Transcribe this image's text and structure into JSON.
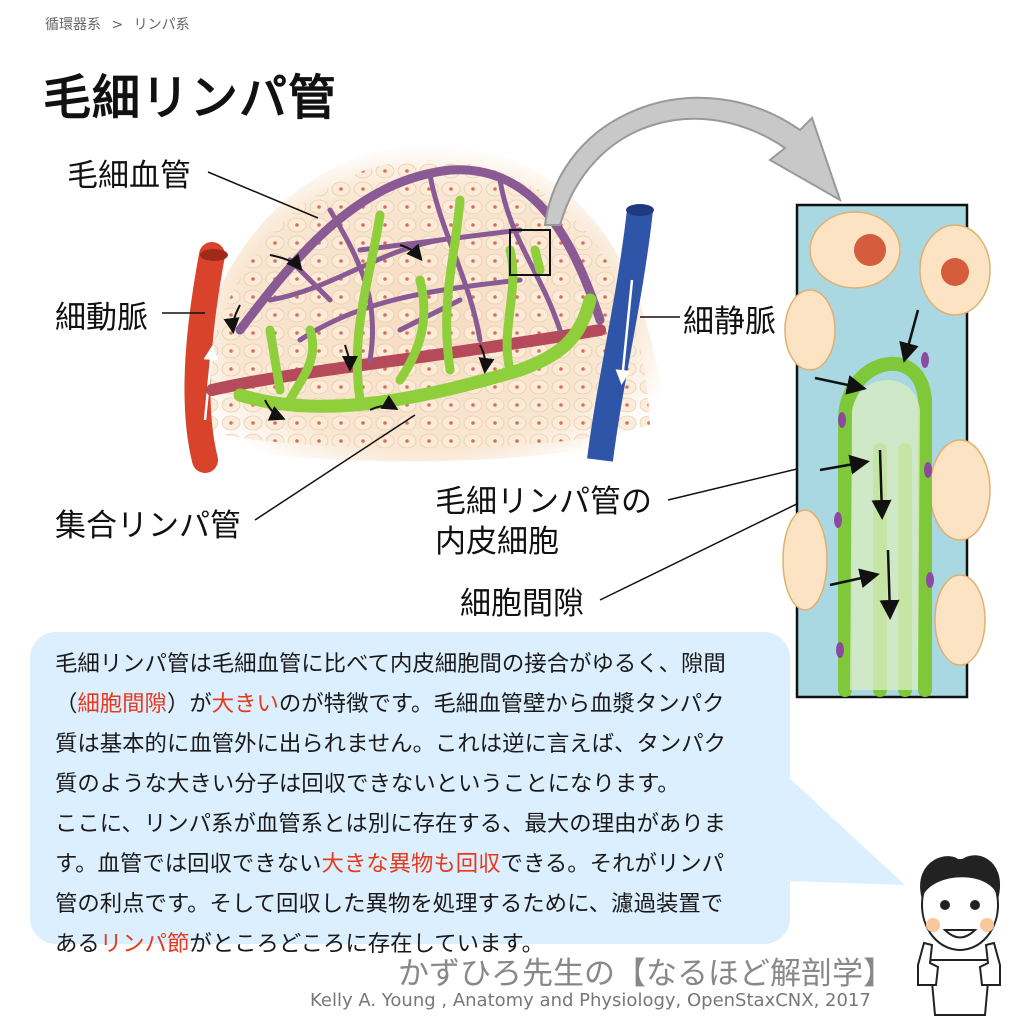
{
  "breadcrumb": {
    "items": [
      "循環器系",
      ">",
      "リンパ系"
    ]
  },
  "title": "毛細リンパ管",
  "labels": {
    "capillary": "毛細血管",
    "arteriole": "細動脈",
    "venule": "細静脈",
    "collecting_lymph": "集合リンパ管",
    "endothelial_line1": "毛細リンパ管の",
    "endothelial_line2": "内皮細胞",
    "intercellular_gap": "細胞間隙"
  },
  "explanation": {
    "lines": [
      [
        {
          "t": "毛細リンパ管は毛細血管に比べて内皮細胞間の接合がゆるく、隙間"
        }
      ],
      [
        {
          "t": "（"
        },
        {
          "t": "細胞間隙",
          "red": true
        },
        {
          "t": "）が"
        },
        {
          "t": "大きい",
          "red": true
        },
        {
          "t": "のが特徴です。毛細血管壁から血漿タンパク"
        }
      ],
      [
        {
          "t": "質は基本的に血管外に出られません。これは逆に言えば、タンパク"
        }
      ],
      [
        {
          "t": "質のような大きい分子は回収できないということになります。"
        }
      ],
      [
        {
          "t": "ここに、リンパ系が血管系とは別に存在する、最大の理由がありま"
        }
      ],
      [
        {
          "t": "す。血管では回収できない"
        },
        {
          "t": "大きな異物も回収",
          "red": true
        },
        {
          "t": "できる。それがリンパ"
        }
      ],
      [
        {
          "t": "管の利点です。そして回収した異物を処理するために、濾過装置で"
        }
      ],
      [
        {
          "t": "ある"
        },
        {
          "t": "リンパ節",
          "red": true
        },
        {
          "t": "がところどころに存在しています。"
        }
      ]
    ]
  },
  "footer": {
    "brand": "かずひろ先生の【なるほど解剖学】",
    "citation": "Kelly A. Young , Anatomy and Physiology, OpenStaxCNX, 2017"
  },
  "colors": {
    "accent_red": "#e8391d",
    "bubble": "#dcefff",
    "artery": "#d9432b",
    "vein": "#2f55a8",
    "capillary": "#8a5a94",
    "lymph": "#8fcf3c"
  }
}
